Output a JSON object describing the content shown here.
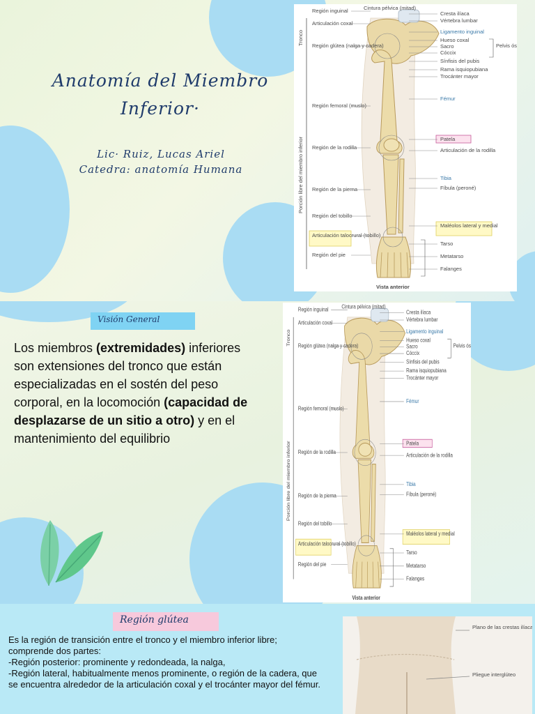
{
  "slide1": {
    "title": "Anatomía del Miembro Inferior·",
    "author_line1": "Lic· Ruiz, Lucas Ariel",
    "author_line2": "Catedra: anatomía Humana"
  },
  "figure": {
    "caption": "Vista anterior",
    "side_label": "Porción libre del miembro inferior",
    "trunk_label": "Tronco",
    "left_labels": [
      "Región inguinal",
      "Articulación coxal",
      "Región glútea (nalga y cadera)",
      "Región femoral (muslo)",
      "Región de la rodilla",
      "Región de la pierna",
      "Región del tobillo",
      "Articulación talocrural (tobillo)",
      "Región del pie"
    ],
    "top_label": "Cintura pélvica (mitad)",
    "right_labels": [
      "Cresta ilíaca",
      "Vértebra lumbar",
      "Ligamento inguinal",
      "Hueso coxal",
      "Sacro",
      "Cóccix",
      "Sínfisis del pubis",
      "Rama isquiopubiana",
      "Trocánter mayor",
      "Fémur",
      "Patela",
      "Articulación de la rodilla",
      "Tibia",
      "Fíbula (peroné)",
      "Maléolos lateral y medial",
      "Tarso",
      "Metatarso",
      "Falanges"
    ],
    "pelvis_label": "Pelvis ósea"
  },
  "slide2": {
    "tag": "Visión General",
    "p1": "Los miembros ",
    "p1_bold": "(extremidades)",
    "p2": " inferiores son  extensiones del tronco que están especializadas en el sostén del peso corporal, en la locomoción ",
    "p2_bold": "(capacidad de desplazarse de un sitio a otro)",
    "p3": " y en el mantenimiento del equilibrio"
  },
  "slide3": {
    "tag": "Región glútea",
    "line1": "Es la región de transición entre el tronco y el miembro inferior libre; comprende dos partes:",
    "line2": "-Región posterior: prominente y redondeada, la nalga,",
    "line3": "-Región lateral, habitualmente menos prominente, o región de la cadera, que se encuentra alrededor de la articulación coxal y el trocánter mayor del fémur.",
    "photo_label1": "Plano de las crestas ilíacas",
    "photo_label2": "Pliegue interglúteo"
  },
  "colors": {
    "title": "#1f3b6b",
    "blob": "#a9dcf3",
    "tag_blue": "#7fd3f3",
    "tag_pink": "#f7c9dc",
    "leaf": "#7bd0a7"
  }
}
